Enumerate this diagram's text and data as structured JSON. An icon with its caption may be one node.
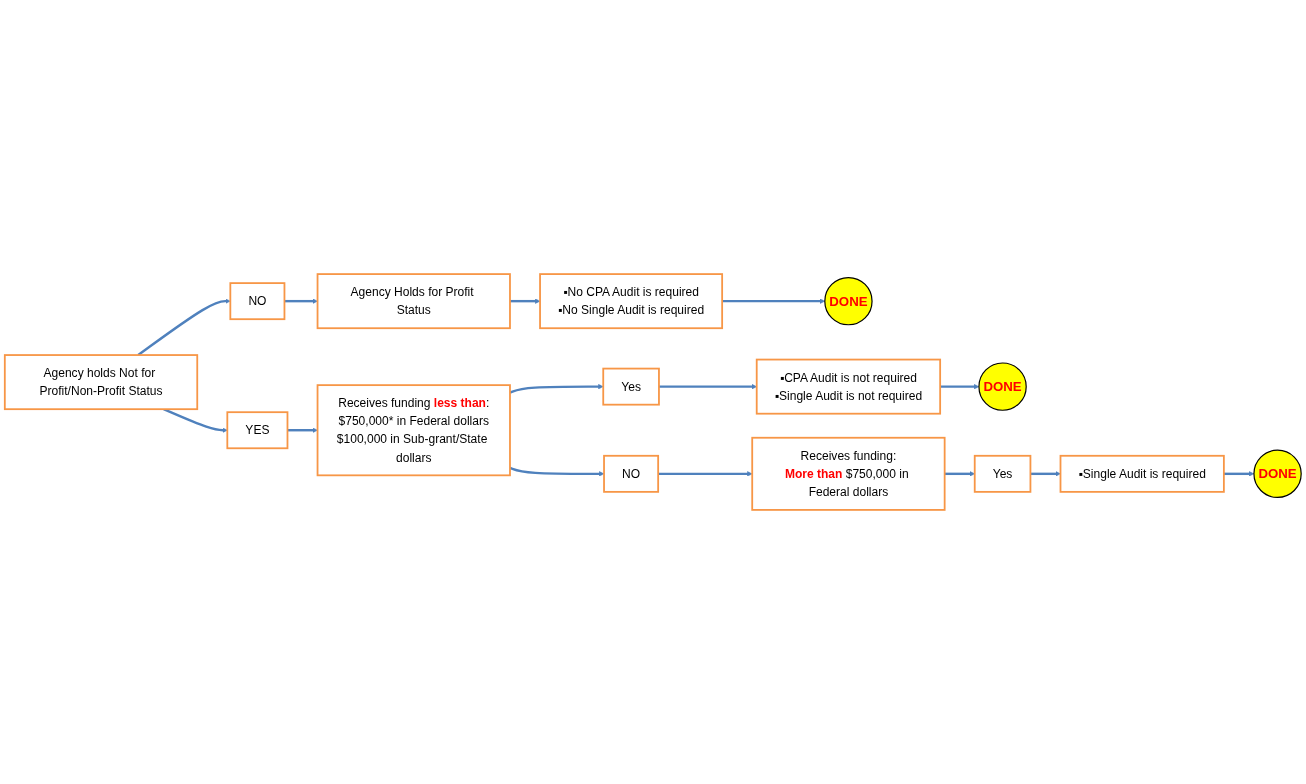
{
  "diagram": {
    "nodes": [
      {
        "text": [
          "Agency holds Not for Profit/Non-Profit Status"
        ]
      },
      {
        "text": [
          "NO"
        ]
      },
      {
        "text": [
          "Agency Holds for Profit Status"
        ]
      },
      {
        "text": [
          "▪No CPA Audit is required",
          "▪No Single Audit is required"
        ]
      },
      {
        "text": [
          "DONE"
        ]
      },
      {
        "text": [
          "YES"
        ]
      },
      {
        "text": [
          "Receives funding **less than**:",
          "$750,000* in Federal dollars",
          "$100,000 in Sub-grant/State dollars"
        ]
      },
      {
        "text": [
          "Yes"
        ]
      },
      {
        "text": [
          "▪CPA Audit is not required",
          "▪Single Audit is not required"
        ]
      },
      {
        "text": [
          "DONE"
        ]
      },
      {
        "text": [
          "NO"
        ]
      },
      {
        "text": [
          "Receives funding:",
          "**More than** $750,000 in Federal dollars"
        ]
      },
      {
        "text": [
          "Yes"
        ]
      },
      {
        "text": [
          "▪Single Audit is required"
        ]
      },
      {
        "text": [
          "DONE"
        ]
      }
    ],
    "edges": [
      {
        "from": 0,
        "to": 1,
        "arrow": "to"
      },
      {
        "from": 1,
        "to": 2,
        "arrow": "to"
      },
      {
        "from": 2,
        "to": 3,
        "arrow": "to"
      },
      {
        "from": 3,
        "to": 4,
        "arrow": "to"
      },
      {
        "from": 0,
        "to": 5,
        "arrow": "to"
      },
      {
        "from": 5,
        "to": 6,
        "arrow": "to"
      },
      {
        "from": 6,
        "to": 7,
        "arrow": "to"
      },
      {
        "from": 7,
        "to": 8,
        "arrow": "to"
      },
      {
        "from": 8,
        "to": 9,
        "arrow": "to"
      },
      {
        "from": 6,
        "to": 10,
        "arrow": "to"
      },
      {
        "from": 10,
        "to": 11,
        "arrow": "to"
      },
      {
        "from": 11,
        "to": 12,
        "arrow": "to"
      },
      {
        "from": 12,
        "to": 13,
        "arrow": "to"
      },
      {
        "from": 13,
        "to": 14,
        "arrow": "to"
      }
    ]
  }
}
